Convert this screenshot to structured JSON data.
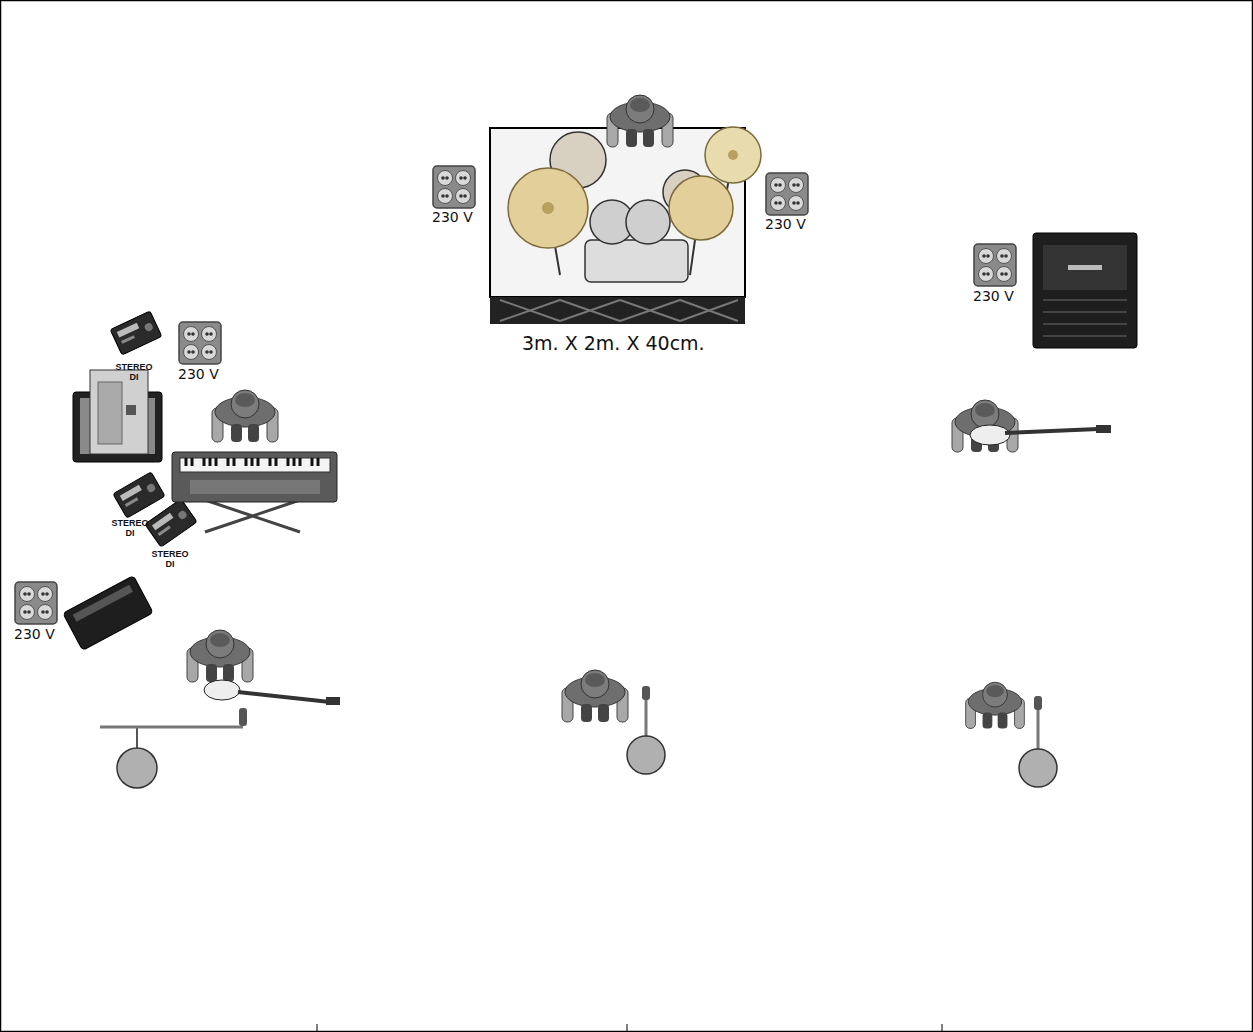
{
  "diagram": {
    "labels": [
      "230 V",
      "230 V",
      "3m. X 2m. X 40cm.",
      "230 V",
      "STEREO DI",
      "230 V",
      "STEREO DI",
      "STEREO DI",
      "230 V"
    ]
  }
}
